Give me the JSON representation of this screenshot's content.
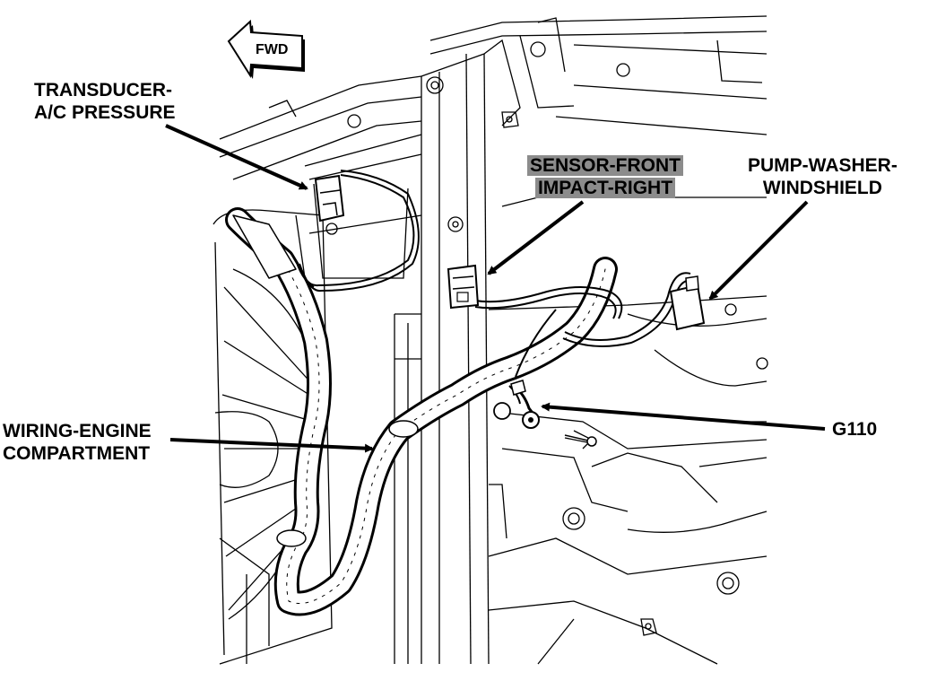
{
  "labels": {
    "transducer": [
      "TRANSDUCER-",
      "A/C PRESSURE"
    ],
    "sensor": [
      "SENSOR-FRONT",
      "IMPACT-RIGHT"
    ],
    "pump": [
      "PUMP-WASHER-",
      "WINDSHIELD"
    ],
    "wiring": [
      "WIRING-ENGINE",
      "COMPARTMENT"
    ],
    "ground": "G110",
    "fwd": "FWD"
  },
  "colors": {
    "ink": "#000000",
    "highlight": "#8c8c8c",
    "harness_tape": "#ffffff"
  }
}
